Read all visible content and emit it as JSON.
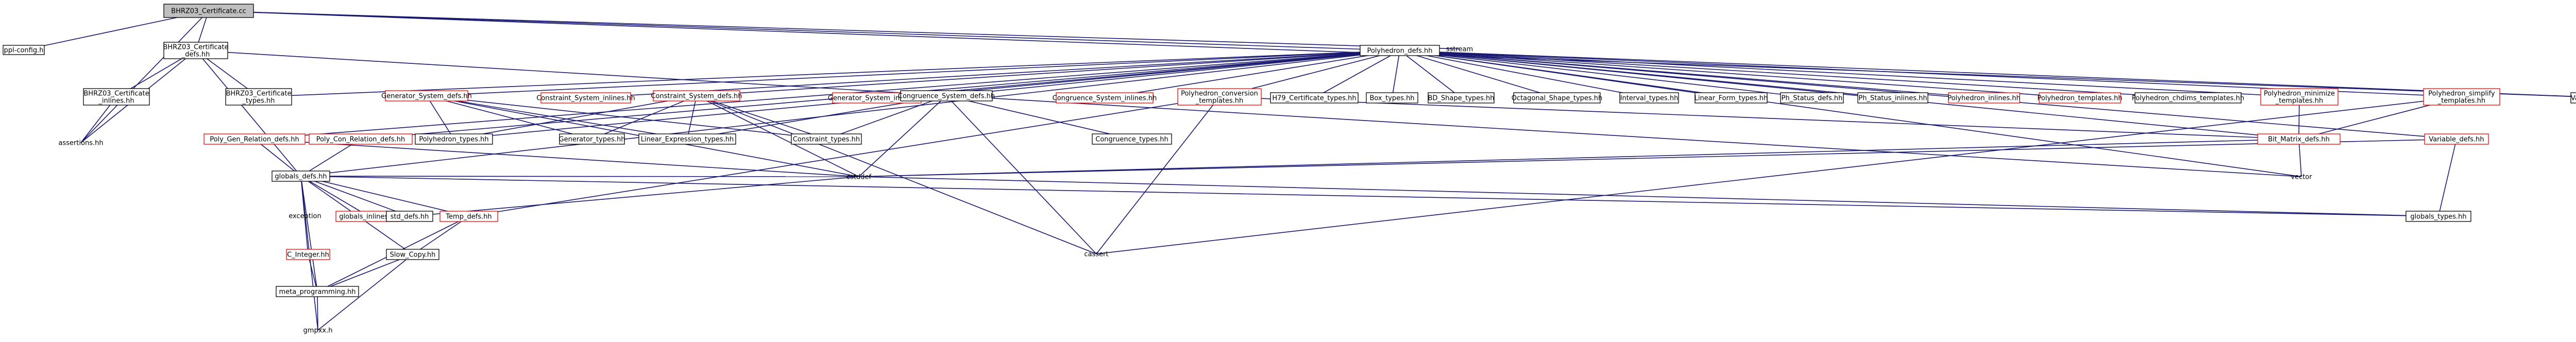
{
  "diagram": {
    "nodes": {
      "root": "BHRZ03_Certificate.cc",
      "ppl_config": "ppl-config.h",
      "bhrz_defs": [
        "BHRZ03_Certificate",
        "_defs.hh"
      ],
      "sstream": "sstream",
      "poly_defs": "Polyhedron_defs.hh",
      "varset_types": "Variables_Set_types.hh",
      "bhrz_inlines": [
        "BHRZ03_Certificate",
        "_inlines.hh"
      ],
      "bhrz_types": [
        "BHRZ03_Certificate",
        "_types.hh"
      ],
      "gen_sys_defs": "Generator_System_defs.hh",
      "cons_sys_inlines": "Constraint_System_inlines.hh",
      "cons_sys_defs": "Constraint_System_defs.hh",
      "gen_sys_inlines": "Generator_System_inlines.hh",
      "cong_sys_defs": "Congruence_System_defs.hh",
      "cong_sys_inlines": "Congruence_System_inlines.hh",
      "poly_conv_tmpl": [
        "Polyhedron_conversion",
        "_templates.hh"
      ],
      "h79_types": "H79_Certificate_types.hh",
      "box_types": "Box_types.hh",
      "bd_shape_types": "BD_Shape_types.hh",
      "oct_shape_types": "Octagonal_Shape_types.hh",
      "interval_types": "Interval_types.hh",
      "linear_form_types": "Linear_Form_types.hh",
      "pb_status_defs": "Ph_Status_defs.hh",
      "pb_status_inlines": "Ph_Status_inlines.hh",
      "poly_inlines": "Polyhedron_inlines.hh",
      "poly_templates": "Polyhedron_templates.hh",
      "poly_chdims": "Polyhedron_chdims_templates.hh",
      "poly_minimize": [
        "Polyhedron_minimize",
        "_templates.hh"
      ],
      "poly_simplify": [
        "Polyhedron_simplify",
        "_templates.hh"
      ],
      "assert": "assertions.hh",
      "poly_gen_rel": "Poly_Gen_Relation_defs.hh",
      "poly_con_rel": "Poly_Con_Relation_defs.hh",
      "poly_types": "Polyhedron_types.hh",
      "gen_types": "Generator_types.hh",
      "lin_expr_types": "Linear_Expression_types.hh",
      "cons_types": "Constraint_types.hh",
      "cong_types": "Congruence_types.hh",
      "bit_matrix": "Bit_Matrix_defs.hh",
      "variable_defs": "Variable_defs.hh",
      "cstddef": "cstddef",
      "vector": "vector",
      "globals_defs": "globals_defs.hh",
      "exception": "exception",
      "globals_inlines": "globals_inlines.hh",
      "std_defs": "std_defs.hh",
      "temp_defs": "Temp_defs.hh",
      "c_integer": "C_Integer.hh",
      "slow_copy": "Slow_Copy.hh",
      "meta_prog": "meta_programming.hh",
      "gmpxx": "gmpxx.h",
      "cassert": "cassert",
      "globals_types": "globals_types.hh"
    }
  }
}
